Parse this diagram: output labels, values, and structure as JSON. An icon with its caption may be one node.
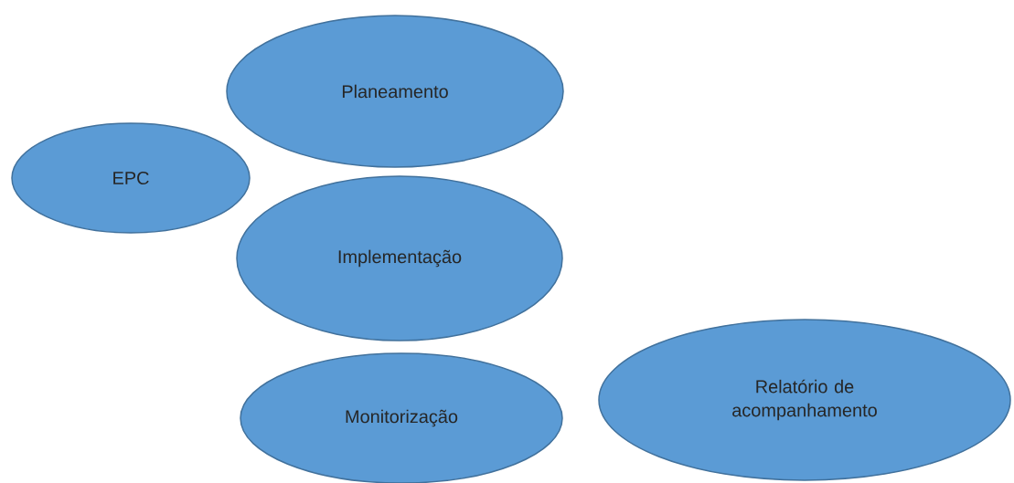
{
  "diagram": {
    "nodes": [
      {
        "text": [
          "Planeamento"
        ]
      },
      {
        "text": [
          "EPC"
        ]
      },
      {
        "text": [
          "Implementação"
        ]
      },
      {
        "text": [
          "Monitorização"
        ]
      },
      {
        "text": [
          "Relatório de acompanhamento"
        ]
      }
    ]
  }
}
